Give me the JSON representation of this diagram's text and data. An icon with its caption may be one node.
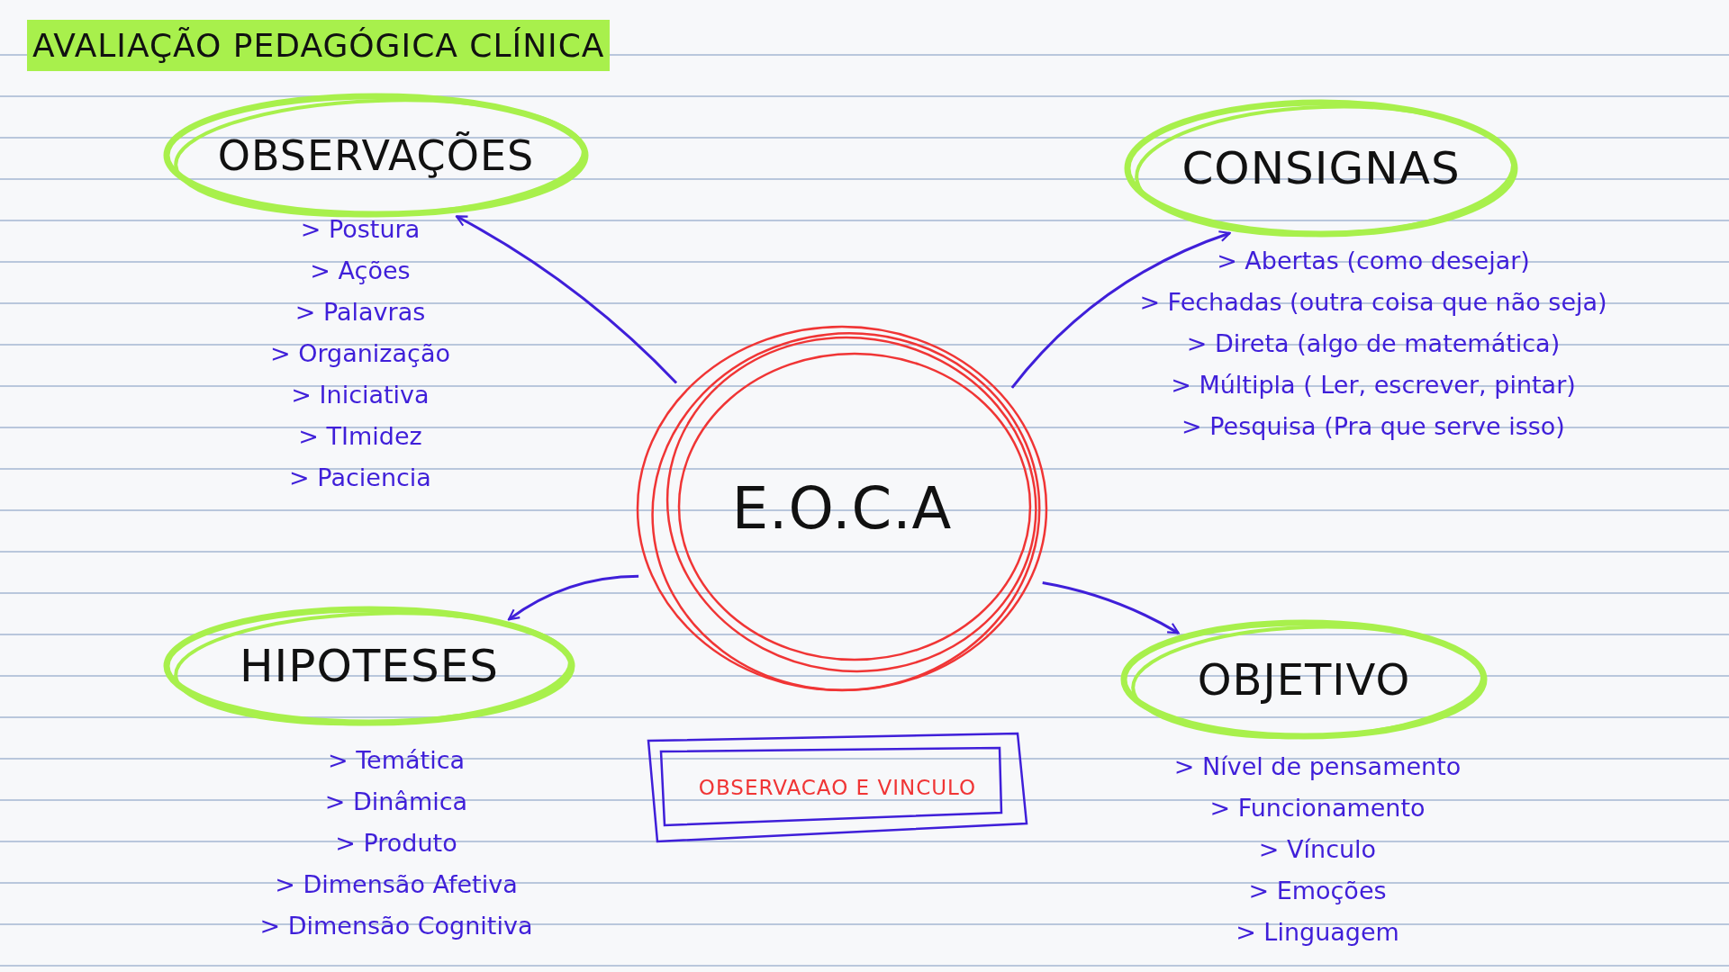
{
  "diagram": {
    "title": "AVALIAÇÃO PEDAGÓGICA CLÍNICA",
    "nodes": [
      {
        "text": [
          "E.O.C.A"
        ]
      },
      {
        "text": [
          "OBSERVAÇÕES"
        ],
        "beside": [
          "> Postura",
          "> Ações",
          "> Palavras",
          "> Organização",
          "> Iniciativa",
          "> TImidez",
          "> Paciencia"
        ]
      },
      {
        "text": [
          "CONSIGNAS"
        ],
        "beside": [
          "> Abertas (como desejar)",
          "> Fechadas (outra coisa que não seja)",
          "> Direta (algo de matemática)",
          "> Múltipla ( Ler, escrever, pintar)",
          "> Pesquisa (Pra que serve isso)"
        ]
      },
      {
        "text": [
          "HIPOTESES"
        ],
        "beside": [
          "> Temática",
          "> Dinâmica",
          "> Produto",
          "> Dimensão Afetiva",
          "> Dimensão Cognitiva"
        ]
      },
      {
        "text": [
          "OBJETIVO"
        ],
        "beside": [
          "> Nível de pensamento",
          "> Funcionamento",
          "> Vínculo",
          "> Emoções",
          "> Linguagem"
        ]
      },
      {
        "text": [
          "OBSERVACAO E VINCULO"
        ]
      }
    ],
    "edges": [
      {
        "from": 0,
        "to": 1,
        "arrow": "to"
      },
      {
        "from": 0,
        "to": 2,
        "arrow": "to"
      },
      {
        "from": 0,
        "to": 3,
        "arrow": "to"
      },
      {
        "from": 0,
        "to": 4,
        "arrow": "to"
      }
    ]
  }
}
